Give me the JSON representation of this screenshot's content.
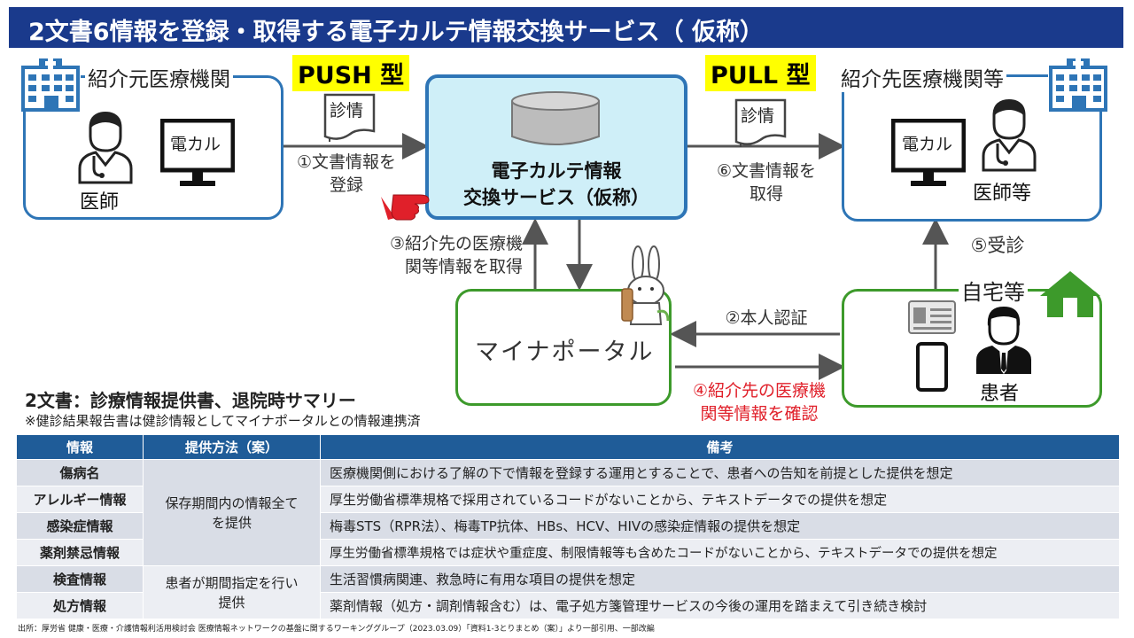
{
  "title": "2文書6情報を登録・取得する電子カルテ情報交換サービス（ 仮称）",
  "badges": {
    "push": "PUSH 型",
    "pull": "PULL 型"
  },
  "left_box": {
    "label": "紹介元医療機関",
    "doctor": "医師",
    "monitor": "電カル"
  },
  "right_box": {
    "label": "紹介先医療機関等",
    "doctor": "医師等",
    "monitor": "電カル"
  },
  "center_box": {
    "line1": "電子カルテ情報",
    "line2": "交換サービス（仮称）"
  },
  "documents": {
    "left": "診情",
    "right": "診情"
  },
  "steps": {
    "s1_line1": "①文書情報を",
    "s1_line2": "登録",
    "s6_line1": "⑥文書情報を",
    "s6_line2": "取得",
    "s3_line1": "③紹介先の医療機",
    "s3_line2": "関等情報を取得",
    "s2": "②本人認証",
    "s4_line1": "④紹介先の医療機",
    "s4_line2": "関等情報を確認",
    "s5": "⑤受診"
  },
  "portal": {
    "label": "マイナポータル"
  },
  "home": {
    "label": "自宅等",
    "patient": "患者"
  },
  "subhead": "2文書：診療情報提供書、退院時サマリー",
  "subnote": "※健診結果報告書は健診情報としてマイナポータルとの情報連携済",
  "table": {
    "headers": [
      "情報",
      "提供方法（案）",
      "備考"
    ],
    "method_a_line1": "保存期間内の情報全て",
    "method_a_line2": "を提供",
    "method_b_line1": "患者が期間指定を行い",
    "method_b_line2": "提供",
    "rows": [
      {
        "name": "傷病名",
        "note": "医療機関側における了解の下で情報を登録する運用とすることで、患者への告知を前提とした提供を想定"
      },
      {
        "name": "アレルギー情報",
        "note": "厚生労働省標準規格で採用されているコードがないことから、テキストデータでの提供を想定"
      },
      {
        "name": "感染症情報",
        "note": "梅毒STS（RPR法）、梅毒TP抗体、HBs、HCV、HIVの感染症情報の提供を想定"
      },
      {
        "name": "薬剤禁忌情報",
        "note": "厚生労働省標準規格では症状や重症度、制限情報等も含めたコードがないことから、テキストデータでの提供を想定"
      },
      {
        "name": "検査情報",
        "note": "生活習慣病関連、救急時に有用な項目の提供を想定"
      },
      {
        "name": "処方情報",
        "note": "薬剤情報（処方・調剤情報含む）は、電子処方箋管理サービスの今後の運用を踏まえて引き続き検討"
      }
    ]
  },
  "source": "出所：厚労省 健康・医療・介護情報利活用検討会 医療情報ネットワークの基盤に関するワーキンググループ（2023.03.09）「資料1-3とりまとめ（案）」より一部引用、一部改編",
  "colors": {
    "title_bg": "#1a3a8c",
    "blue": "#2e75b6",
    "green": "#3d9a2b",
    "center_fill": "#cfeff8",
    "red": "#e0202a",
    "yellow": "#ffff00",
    "header_bg": "#1f5c98"
  }
}
